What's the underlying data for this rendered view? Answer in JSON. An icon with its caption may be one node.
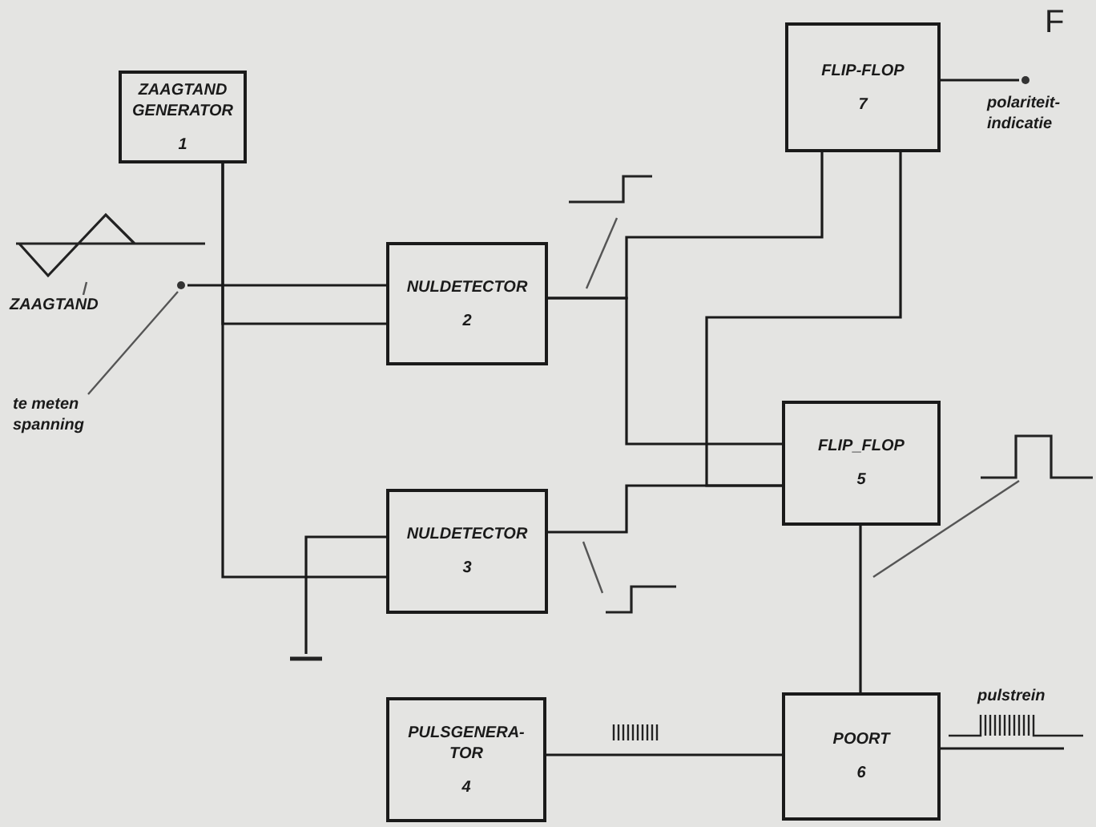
{
  "diagram": {
    "nodes": [
      {
        "text": [
          "ZAAGTAND GENERATOR",
          "1"
        ]
      },
      {
        "text": [
          "NULDETECTOR",
          "2"
        ]
      },
      {
        "text": [
          "NULDETECTOR",
          "3"
        ]
      },
      {
        "text": [
          "PULSGENERA-TOR",
          "4"
        ]
      },
      {
        "text": [
          "FLIP-FLOP",
          "7"
        ]
      },
      {
        "text": [
          "FLIP_FLOP",
          "5"
        ]
      },
      {
        "text": [
          "POORT",
          "6"
        ]
      },
      {
        "text": [],
        "shape": "circle"
      },
      {
        "text": [
          "te meten spanning"
        ]
      },
      {
        "text": [],
        "shape": "picture"
      },
      {
        "text": [
          "ZAAGTAND"
        ]
      },
      {
        "text": [],
        "shape": "ground"
      },
      {
        "text": [],
        "shape": "picture"
      },
      {
        "text": [],
        "shape": "picture"
      },
      {
        "text": [],
        "shape": "picture"
      },
      {
        "text": [],
        "shape": "circle",
        "beside": [
          "polariteit-indicatie"
        ]
      }
    ],
    "edges": [
      {
        "from": 0,
        "to": 1,
        "arrow": "none"
      },
      {
        "from": 0,
        "to": 2,
        "arrow": "none"
      },
      {
        "from": 7,
        "to": 1,
        "arrow": "none"
      },
      {
        "from": 11,
        "to": 2,
        "arrow": "none"
      },
      {
        "from": 1,
        "to": 4,
        "arrow": "none"
      },
      {
        "from": 1,
        "to": 5,
        "arrow": "none"
      },
      {
        "from": 2,
        "to": 5,
        "arrow": "none"
      },
      {
        "from": 4,
        "to": 5,
        "arrow": "none"
      },
      {
        "from": 5,
        "to": 6,
        "arrow": "none"
      },
      {
        "from": 3,
        "to": 6,
        "arrow": "none"
      },
      {
        "from": 6,
        "to": null,
        "arrow": "none"
      },
      {
        "from": 4,
        "to": 15,
        "arrow": "none"
      },
      {
        "from": 8,
        "to": 7,
        "arrow": "none"
      },
      {
        "from": 10,
        "to": 9,
        "arrow": "none"
      },
      {
        "from": 12,
        "to": null,
        "arrow": "none"
      },
      {
        "from": 13,
        "to": null,
        "arrow": "none"
      },
      {
        "from": 14,
        "to": null,
        "arrow": "none"
      }
    ],
    "labels": [
      "F",
      "pulstrein"
    ]
  }
}
